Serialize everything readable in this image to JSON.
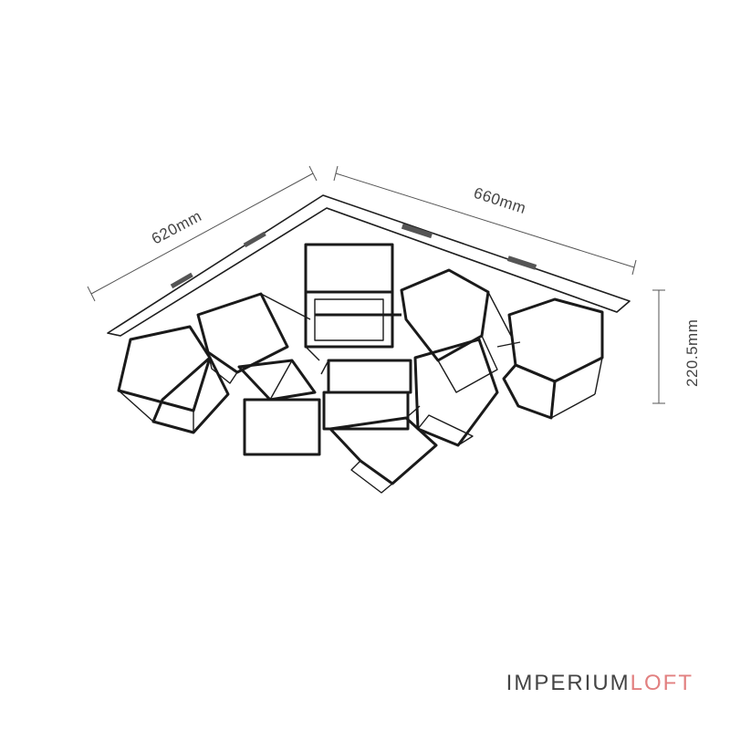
{
  "dimensions": {
    "width_label": "620mm",
    "depth_label": "660mm",
    "height_label": "220.5mm"
  },
  "brand": {
    "part1": "IMPERIUM",
    "part2": "LOFT",
    "accent_color": "#e28080",
    "text_color": "#444444"
  }
}
